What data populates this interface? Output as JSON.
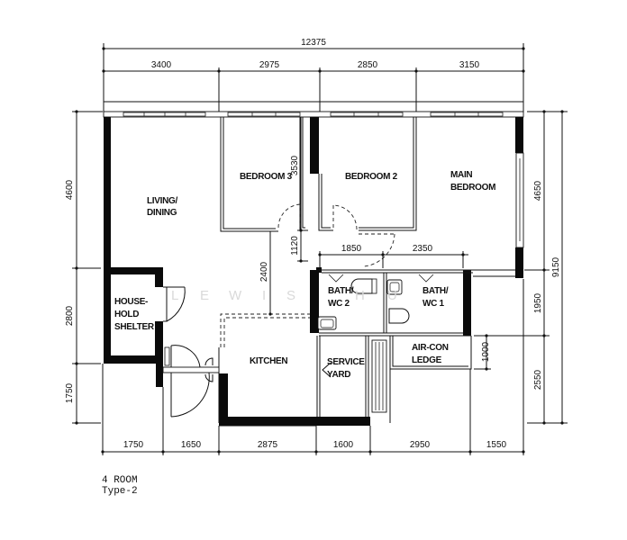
{
  "plan": {
    "title": "4 ROOM",
    "subtitle": "Type-2",
    "watermark": [
      "L",
      "E",
      "W",
      "I",
      "S",
      "",
      "H",
      "U"
    ]
  },
  "rooms": {
    "living_dining": [
      "LIVING/",
      "DINING"
    ],
    "bedroom3": "BEDROOM 3",
    "bedroom2": "BEDROOM 2",
    "main_bedroom": [
      "MAIN",
      "BEDROOM"
    ],
    "household_shelter": [
      "HOUSE-",
      "HOLD",
      "SHELTER"
    ],
    "bath_wc2": [
      "BATH/",
      "WC 2"
    ],
    "bath_wc1": [
      "BATH/",
      "WC 1"
    ],
    "kitchen": "KITCHEN",
    "service_yard": [
      "SERVICE",
      "YARD"
    ],
    "aircon_ledge": [
      "AIR-CON",
      "LEDGE"
    ]
  },
  "dimensions": {
    "top_overall": "12375",
    "top_segments": [
      "3400",
      "2975",
      "2850",
      "3150"
    ],
    "bottom_segments": [
      "1750",
      "1650",
      "2875",
      "1600",
      "2950",
      "1550"
    ],
    "left_segments": [
      "4600",
      "2800",
      "1750"
    ],
    "right_inner": [
      "4650",
      "1950",
      "2550"
    ],
    "right_overall": "9150",
    "ledge_depth": "1000",
    "corridor_width": "1120",
    "bedroom3_depth": "3530",
    "kitchen_offset": "2400",
    "bath2_width": "1850",
    "bath1_width": "2350"
  }
}
